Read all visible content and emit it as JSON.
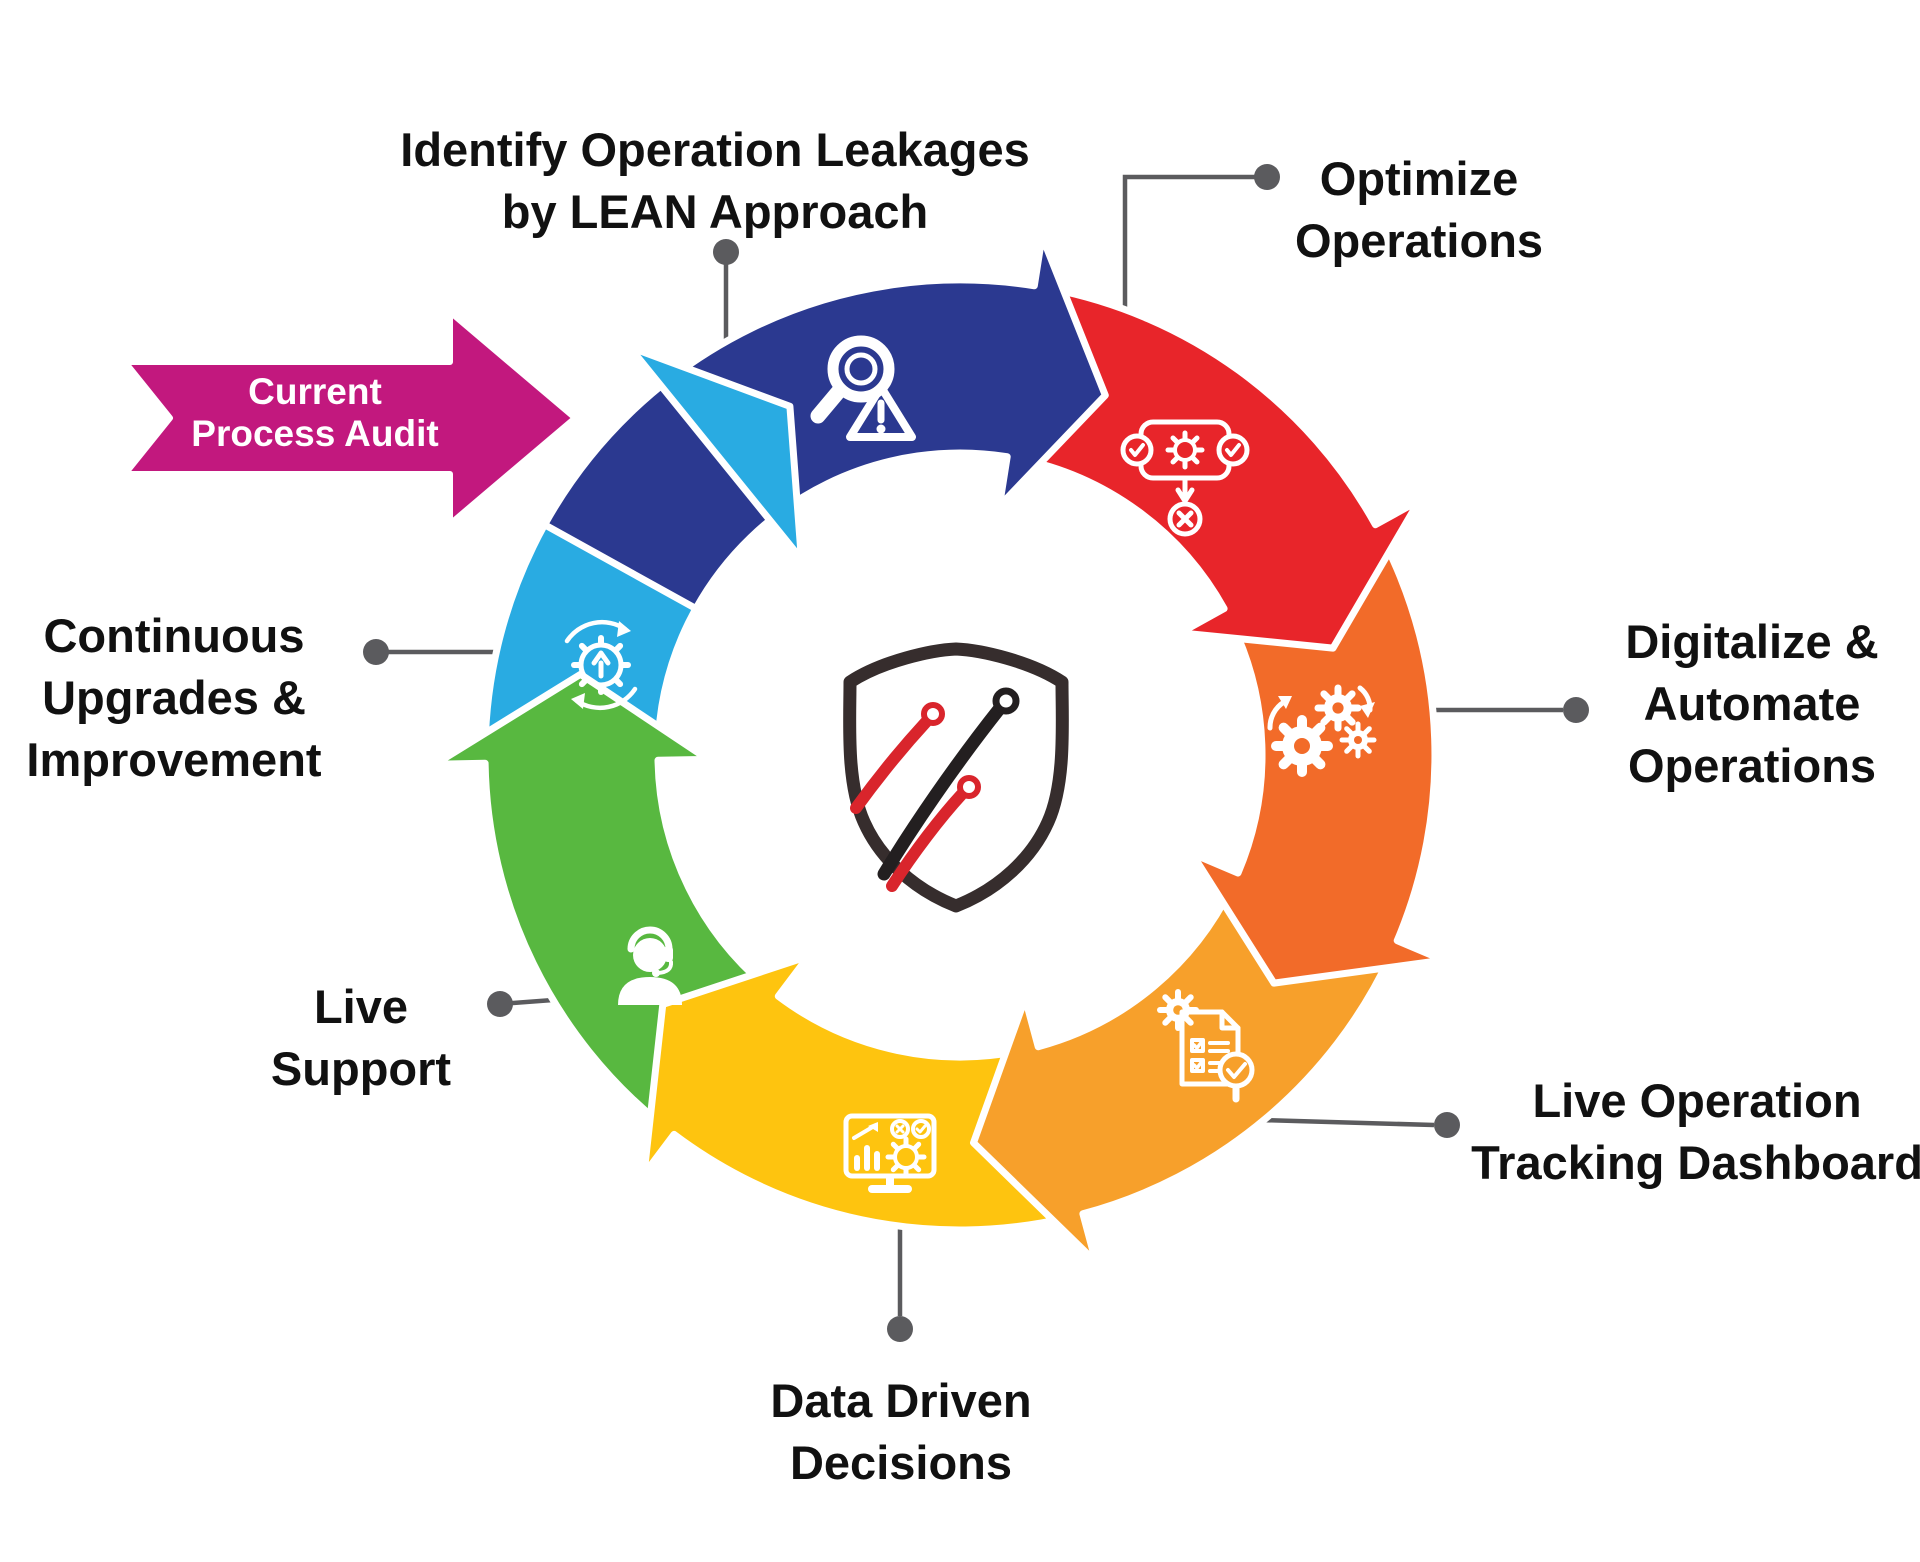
{
  "canvas": {
    "bg": "#ffffff"
  },
  "label_color": "#111111",
  "connector_color": "#5B5B5E",
  "entry_arrow": {
    "lines": [
      "Current",
      "Process Audit"
    ],
    "color": "#C2187E"
  },
  "steps": [
    {
      "id": "identify",
      "lines": [
        "Identify Operation Leakages",
        "by LEAN Approach"
      ],
      "color": "#2B3990",
      "icon": "search-warning-icon"
    },
    {
      "id": "optimize",
      "lines": [
        "Optimize",
        "Operations"
      ],
      "color": "#E8252A",
      "icon": "process-check-icon"
    },
    {
      "id": "digitalize",
      "lines": [
        "Digitalize &",
        "Automate",
        "Operations"
      ],
      "color": "#F26B29",
      "icon": "gears-icon"
    },
    {
      "id": "tracking",
      "lines": [
        "Live Operation",
        "Tracking Dashboard"
      ],
      "color": "#F7A02B",
      "icon": "audit-checklist-icon"
    },
    {
      "id": "data",
      "lines": [
        "Data Driven",
        "Decisions"
      ],
      "color": "#FEC40F",
      "icon": "dashboard-icon"
    },
    {
      "id": "support",
      "lines": [
        "Live",
        "Support"
      ],
      "color": "#58B840",
      "icon": "support-agent-icon"
    },
    {
      "id": "upgrades",
      "lines": [
        "Continuous",
        "Upgrades &",
        "Improvement"
      ],
      "color": "#29ABE2",
      "icon": "upgrade-cycle-icon"
    }
  ],
  "logo": {
    "outline": "#362D2D",
    "dark": "#231F20",
    "accent": "#D9252C"
  }
}
